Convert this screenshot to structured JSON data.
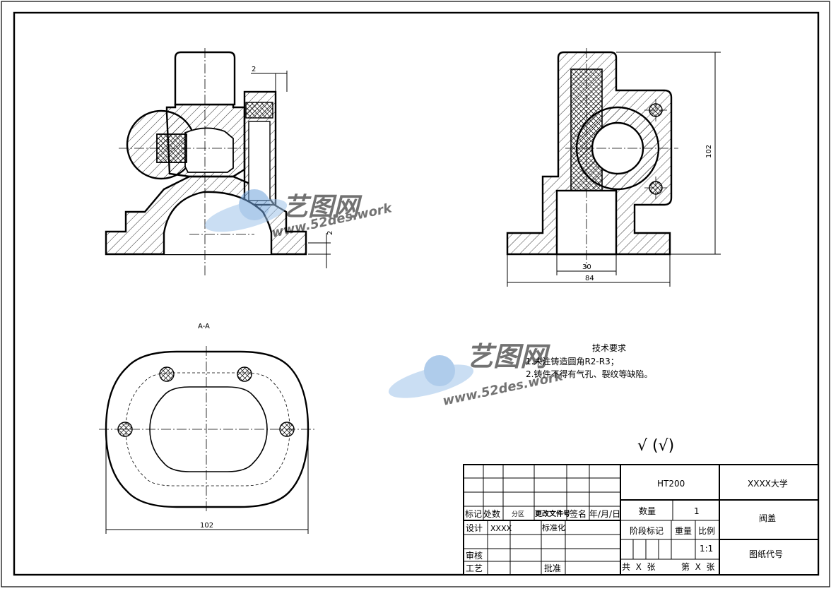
{
  "section_label": "A-A",
  "dimensions": {
    "top_gap": "2",
    "bottom_gap": "2",
    "height": "102",
    "bore": "30",
    "width": "84",
    "plan_width": "102"
  },
  "notes": {
    "title": "技术要求",
    "line1": "1.未注铸造圆角R2-R3；",
    "line2": "2.铸件不得有气孔、裂纹等缺陷。"
  },
  "roughness_symbol": "√ (√)",
  "watermark": {
    "brand": "艺图网",
    "url": "www.52des.work"
  },
  "title_block": {
    "material": "HT200",
    "university": "XXXX大学",
    "part_name": "阀盖",
    "drawing_code": "图纸代号",
    "quantity_label": "数量",
    "quantity_value": "1",
    "stage_label": "阶段标记",
    "weight_label": "重量",
    "scale_label": "比例",
    "scale_value": "1:1",
    "sheets_total": "共  X  张",
    "sheet_no": "第  X  张",
    "row_mark": "标记",
    "row_count": "处数",
    "row_zone": "分区",
    "row_doc": "更改文件号",
    "row_sign": "签名",
    "row_date": "年/月/日",
    "design_label": "设计",
    "designer": "XXXX",
    "standard_label": "标准化",
    "review_label": "审核",
    "process_label": "工艺",
    "approve_label": "批准"
  }
}
